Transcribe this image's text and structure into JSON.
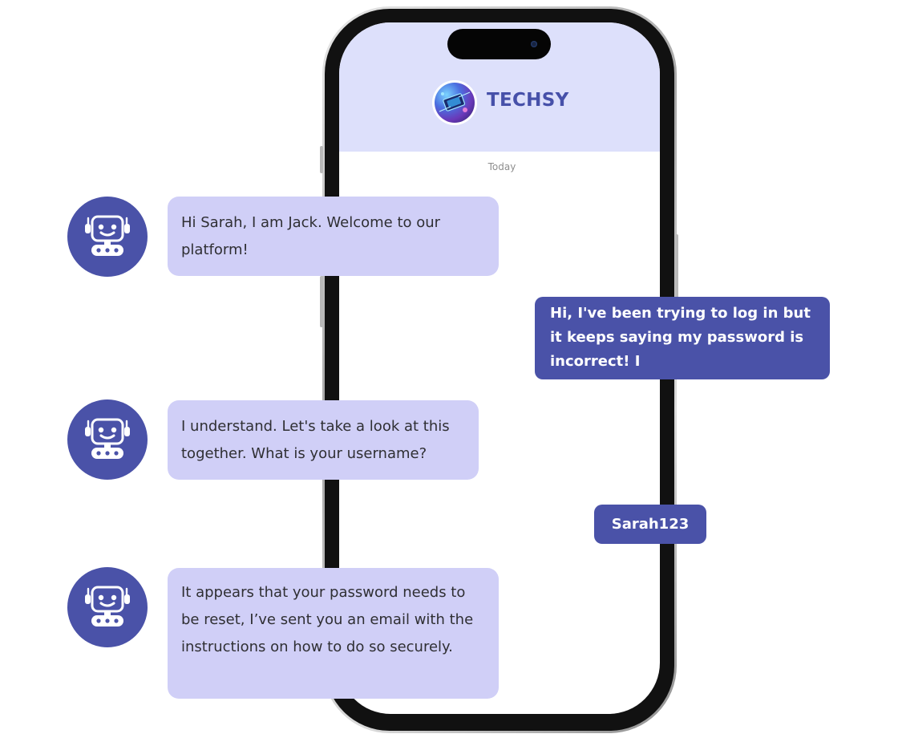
{
  "header": {
    "app_name": "TECHSY",
    "logo_icon": "circuit-board-logo"
  },
  "conversation": {
    "date_label": "Today",
    "messages": [
      {
        "sender": "bot",
        "avatar_icon": "robot-icon",
        "text": "Hi Sarah, I am Jack. Welcome to our platform!"
      },
      {
        "sender": "user",
        "text": "Hi, I've been trying to log in but it keeps saying my password is incorrect! I"
      },
      {
        "sender": "bot",
        "avatar_icon": "robot-icon",
        "text": "I understand. Let's take a look at this together. What is your username?"
      },
      {
        "sender": "user",
        "text": "Sarah123"
      },
      {
        "sender": "bot",
        "avatar_icon": "robot-icon",
        "text": "It appears that your password needs to be reset, I’ve sent you an email with the instructions on how to do so securely."
      }
    ]
  },
  "colors": {
    "bot_bubble": "#d0cff7",
    "user_bubble": "#4a52a8",
    "header_background": "#dde0fb",
    "brand_text": "#4650a9"
  }
}
